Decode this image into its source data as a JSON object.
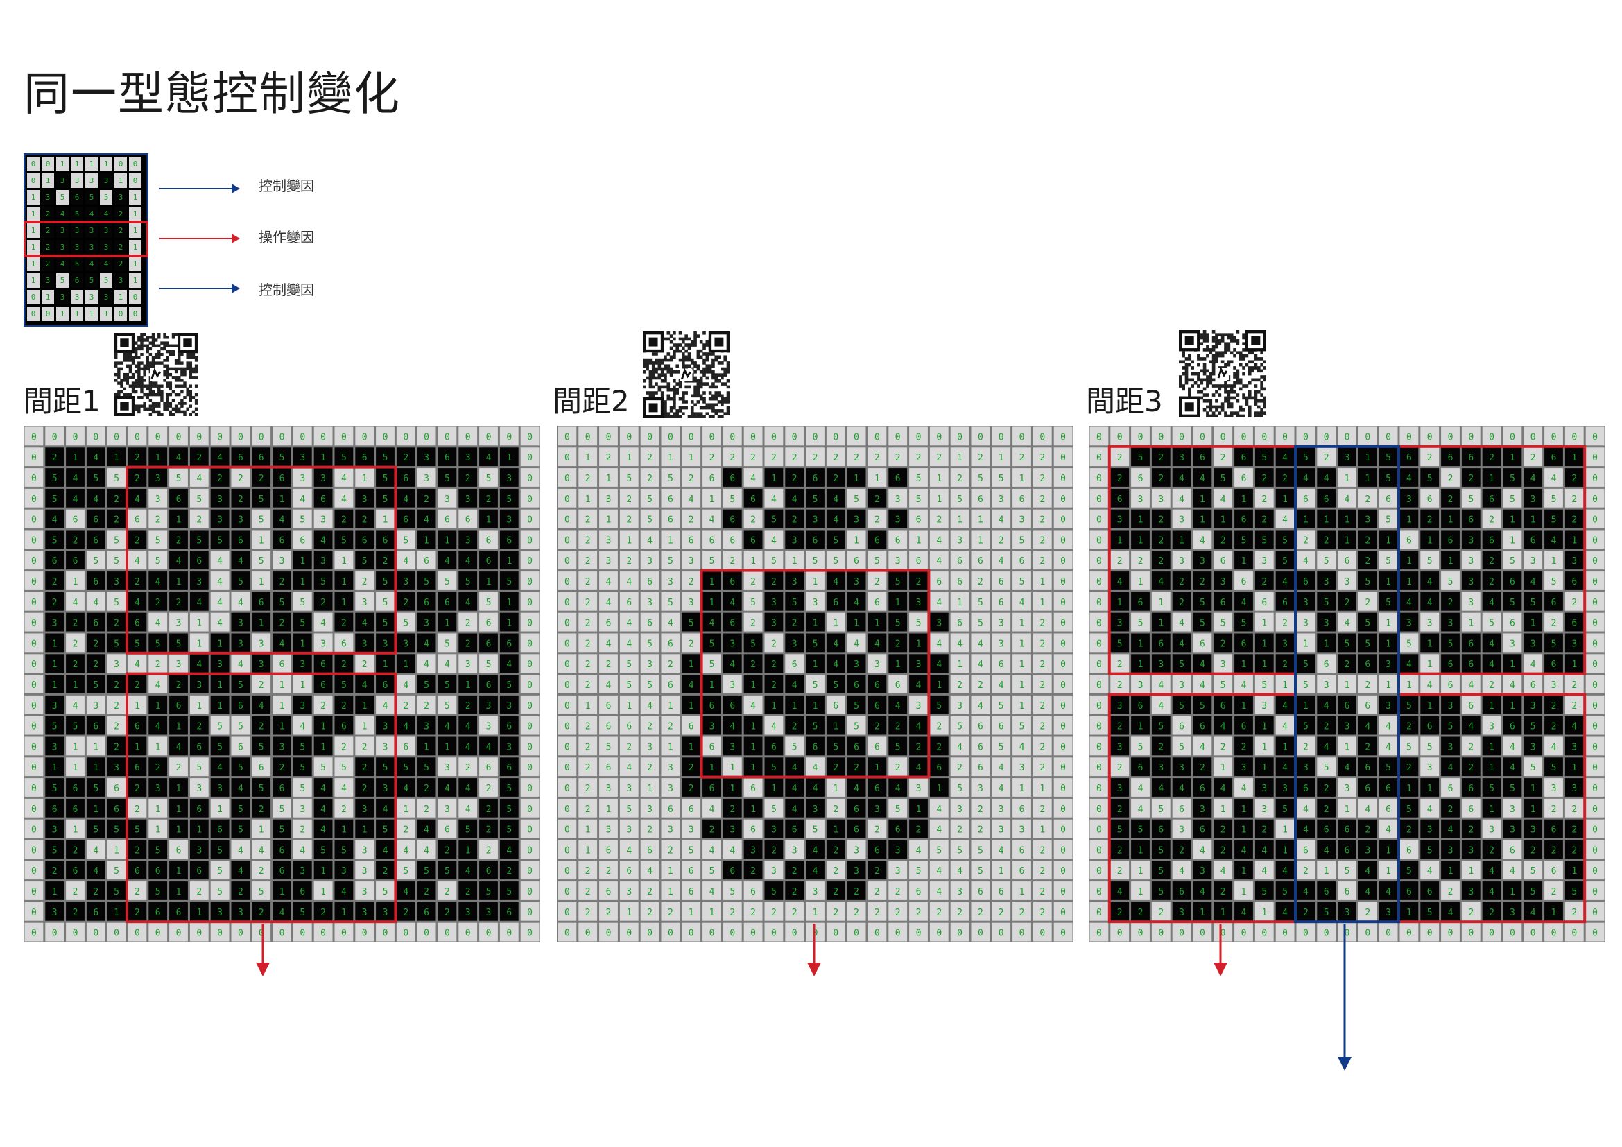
{
  "title": "同一型態控制變化",
  "legend": {
    "items": [
      {
        "label": "控制變因",
        "color": "#123a8a"
      },
      {
        "label": "操作變因",
        "color": "#d0202a"
      },
      {
        "label": "控制變因",
        "color": "#123a8a"
      }
    ],
    "grid_rows": [
      "00111100",
      "01333310",
      "13565531",
      "12454421",
      "12333321",
      "12333321",
      "12454421",
      "13565531",
      "01333310",
      "00111100"
    ],
    "row_fill": [
      "00000000",
      "00011000",
      "00100100",
      "00000000",
      "00000000",
      "00000000",
      "00000000",
      "00100100",
      "00011000",
      "00000000"
    ]
  },
  "panels": [
    {
      "label": "間距1"
    },
    {
      "label": "間距2"
    },
    {
      "label": "間距3"
    }
  ],
  "colors": {
    "cell_light": "#d9d9d9",
    "cell_dark": "#050505",
    "digit": "#1fa02e",
    "red": "#d0202a",
    "blue": "#123a8a",
    "grid_bg": "#7a7a7a"
  },
  "icons": {
    "qr": "qr-code-icon",
    "arrow": "arrow-icon"
  }
}
